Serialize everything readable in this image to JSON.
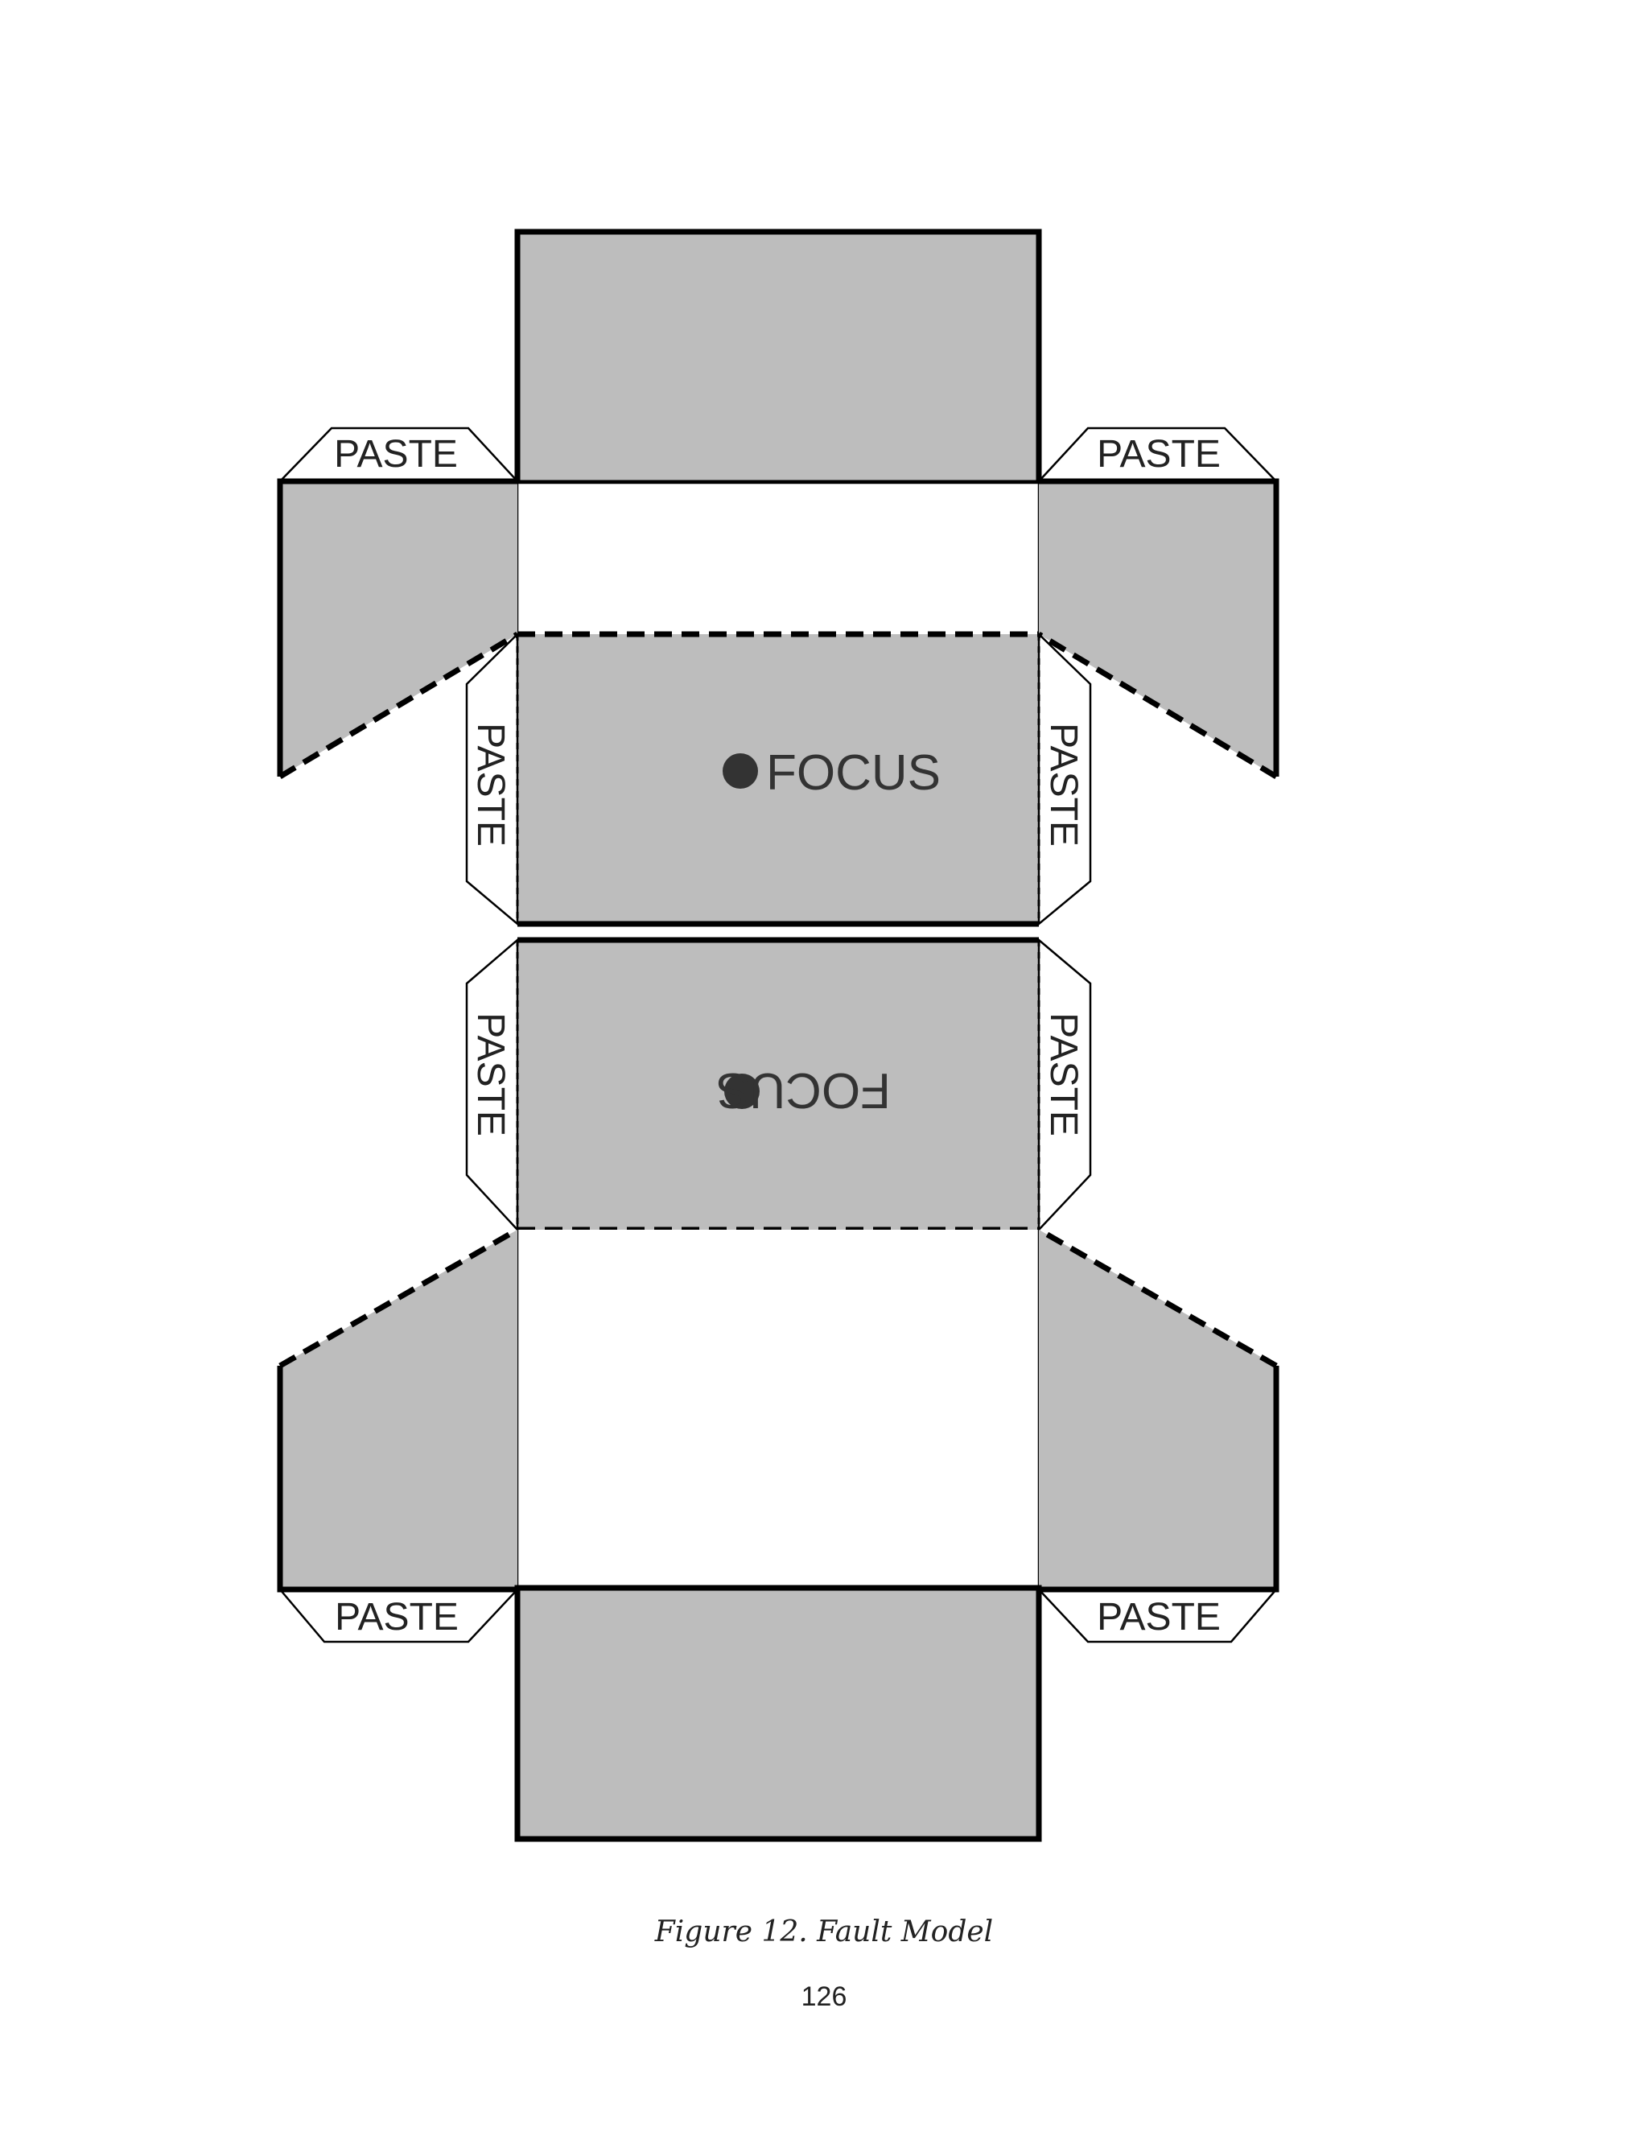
{
  "labels": {
    "paste": "PASTE",
    "focus": "FOCUS"
  },
  "caption": "Figure 12. Fault Model",
  "page_number": "126",
  "colors": {
    "panel": "#bdbdbd",
    "stroke": "#000000",
    "focus_dot": "#333333"
  }
}
